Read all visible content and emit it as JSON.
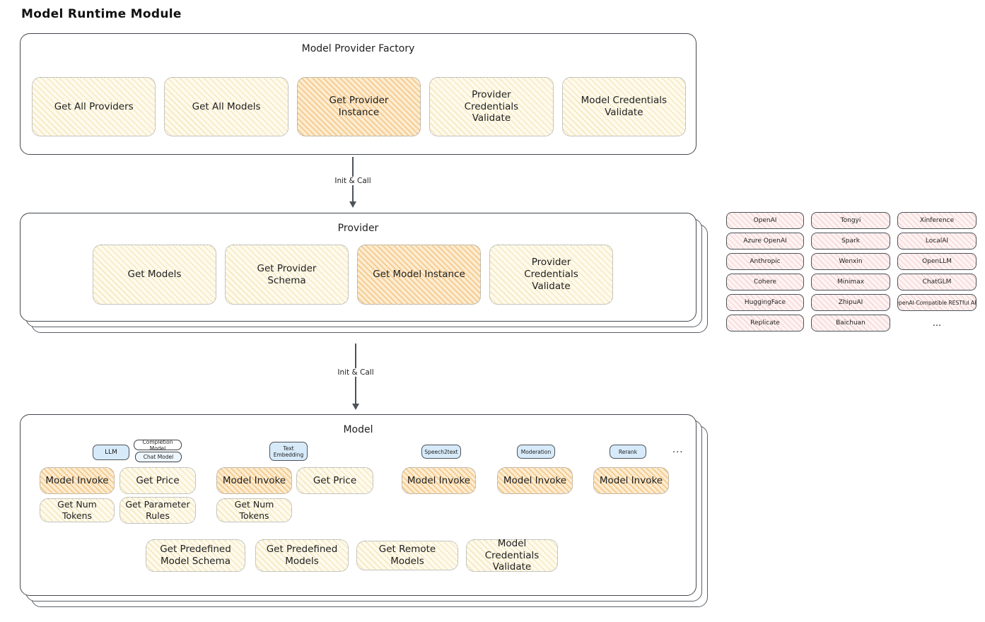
{
  "title": "Model Runtime Module",
  "arrows": {
    "label1": "Init & Call",
    "label2": "Init & Call"
  },
  "factory": {
    "title": "Model Provider Factory",
    "boxes": [
      "Get All Providers",
      "Get All Models",
      "Get Provider Instance",
      "Provider Credentials Validate",
      "Model Credentials Validate"
    ]
  },
  "provider": {
    "title": "Provider",
    "boxes": [
      "Get Models",
      "Get Provider Schema",
      "Get Model Instance",
      "Provider Credentials Validate"
    ]
  },
  "provider_list": {
    "items": [
      "OpenAI",
      "Tongyi",
      "Xinference",
      "Azure OpenAI",
      "Spark",
      "LocalAI",
      "Anthropic",
      "Wenxin",
      "OpenLLM",
      "Cohere",
      "Minimax",
      "ChatGLM",
      "HuggingFace",
      "ZhipuAI",
      "OpenAI-Compatible RESTful API",
      "Replicate",
      "Baichuan"
    ],
    "more": "..."
  },
  "model": {
    "title": "Model",
    "tags": [
      "LLM",
      "Completion Model",
      "Chat Model",
      "Text Embedding",
      "Speech2text",
      "Moderation",
      "Rerank"
    ],
    "tags_more": "...",
    "row1": [
      "Model Invoke",
      "Get Price",
      "Model Invoke",
      "Get Price",
      "Model Invoke",
      "Model Invoke",
      "Model Invoke"
    ],
    "row2": [
      "Get Num Tokens",
      "Get Parameter Rules",
      "Get Num Tokens"
    ],
    "row3": [
      "Get Predefined Model Schema",
      "Get Predefined Models",
      "Get Remote Models",
      "Model Credentials Validate"
    ]
  },
  "colors": {
    "ink": "#343a40",
    "yellow_fill": "#fefaec",
    "yellow_hatch": "#e2be5c",
    "orange_fill": "#fcecd1",
    "orange_hatch": "#eea33e",
    "pink_fill": "#fdf3f2",
    "pink_hatch": "#e27878",
    "blue_tag_fill": "#d7eaf9"
  }
}
